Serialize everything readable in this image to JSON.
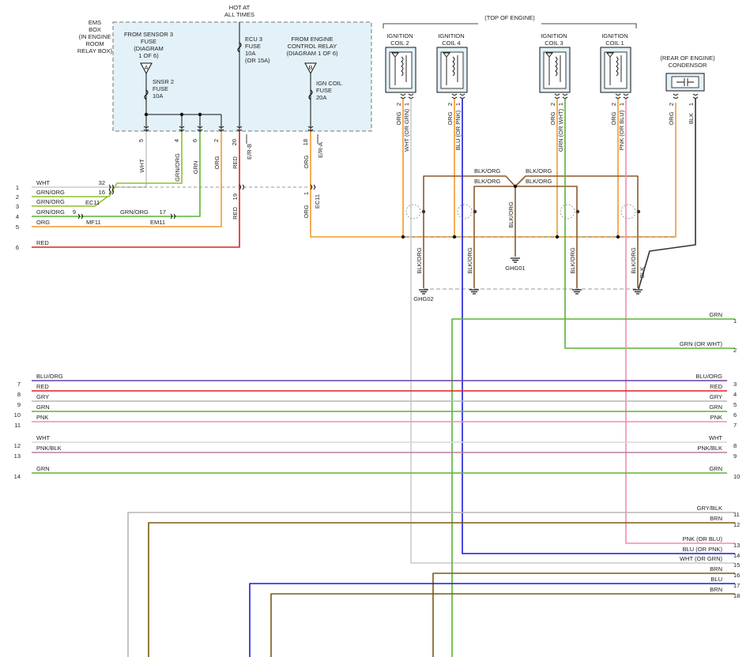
{
  "colors": {
    "ORG": "#f39a2b",
    "RED": "#e02020",
    "GRN": "#5cb335",
    "GRNORG": "#8fbf2e",
    "WHT": "#cccccc",
    "BLU": "#1a1adb",
    "PNK": "#f48cb0",
    "BLKORG": "#8a5a2b",
    "BRN": "#7a5c10",
    "GRY": "#b5b5b5",
    "BLK": "#333333",
    "PURPLE": "#6b3fa0",
    "box": "#e3f1f8",
    "dash": "#777777"
  },
  "ems_box": {
    "label": [
      "EMS",
      "BOX",
      "(IN ENGINE",
      "ROOM",
      "RELAY BOX)"
    ],
    "hot_label": [
      "HOT AT",
      "ALL TIMES"
    ],
    "sensor_src": [
      "FROM SENSOR 3",
      "FUSE",
      "(DIAGRAM",
      "1 OF 6)"
    ],
    "sensor_ref": "A",
    "sensor_fuse": [
      "SNSR 2",
      "FUSE",
      "10A"
    ],
    "ecu_fuse": [
      "ECU 3",
      "FUSE",
      "10A",
      "(OR 15A)"
    ],
    "engine_src": [
      "FROM ENGINE",
      "CONTROL RELAY",
      "(DIAGRAM 1 OF 6)"
    ],
    "engine_ref": "B",
    "ign_fuse": [
      "IGN COIL",
      "FUSE",
      "20A"
    ],
    "pins": [
      "5",
      "4",
      "6",
      "2",
      "20",
      "18"
    ]
  },
  "top_of_engine": "(TOP OF ENGINE)",
  "coils": [
    {
      "name": [
        "IGNITION",
        "COIL 2"
      ],
      "wire1": "ORG",
      "wire2": "WHT (OR GRN)"
    },
    {
      "name": [
        "IGNITION",
        "COIL 4"
      ],
      "wire1": "ORG",
      "wire2": "BLU (OR PNK)"
    },
    {
      "name": [
        "IGNITION",
        "COIL 3"
      ],
      "wire1": "ORG",
      "wire2": "GRN (OR WHT)"
    },
    {
      "name": [
        "IGNITION",
        "COIL 1"
      ],
      "wire1": "ORG",
      "wire2": "PNK (OR BLU)"
    }
  ],
  "condenser": {
    "name": [
      "(REAR OF ENGINE)",
      "CONDENSOR"
    ],
    "wire1": "ORG",
    "wire2": "BLK"
  },
  "pin_numbers": {
    "one": "1",
    "two": "2"
  },
  "vertical_labels": {
    "wht": "WHT",
    "grn_org": "GRN/ORG",
    "grn": "GRN",
    "org": "ORG",
    "red": "RED",
    "erb": "E/R-B",
    "era": "E/R-A",
    "ec11": "EC11",
    "blk_org": "BLK/ORG",
    "blk": "BLK"
  },
  "connector_pins": {
    "p32": "32",
    "p16": "16",
    "p9": "9",
    "p17": "17",
    "p19": "19",
    "p1": "1"
  },
  "connector_names": {
    "ec11": "EC11",
    "mf11": "MF11",
    "em11": "EM11"
  },
  "grounds": {
    "g01": "GHG01",
    "g02": "GHG02"
  },
  "splice_labels": [
    "BLK/ORG",
    "BLK/ORG",
    "BLK/ORG",
    "BLK/ORG"
  ],
  "left_wires": [
    {
      "num": "1",
      "label": "WHT"
    },
    {
      "num": "2",
      "label": "GRN/ORG"
    },
    {
      "num": "3",
      "label": "GRN/ORG"
    },
    {
      "num": "4",
      "label": "GRN/ORG"
    },
    {
      "num": "5",
      "label": "ORG"
    },
    {
      "num": "6",
      "label": "RED"
    }
  ],
  "mid_labels": {
    "grn_org": "GRN/ORG"
  },
  "bus_rows": [
    {
      "left_num": "7",
      "right_num": "3",
      "label": "BLU/ORG"
    },
    {
      "left_num": "8",
      "right_num": "4",
      "label": "RED"
    },
    {
      "left_num": "9",
      "right_num": "5",
      "label": "GRY"
    },
    {
      "left_num": "10",
      "right_num": "6",
      "label": "GRN"
    },
    {
      "left_num": "11",
      "right_num": "7",
      "label": "PNK"
    },
    {
      "left_num": "12",
      "right_num": "8",
      "label": "WHT"
    },
    {
      "left_num": "13",
      "right_num": "9",
      "label": "PNK/BLK"
    },
    {
      "left_num": "14",
      "right_num": "10",
      "label": "GRN"
    }
  ],
  "right_wires": [
    {
      "num": "1",
      "label": "GRN"
    },
    {
      "num": "2",
      "label": "GRN (OR WHT)"
    },
    {
      "num": "11",
      "label": "GRY/BLK"
    },
    {
      "num": "12",
      "label": "BRN"
    },
    {
      "num": "13",
      "label": "PNK (OR BLU)"
    },
    {
      "num": "14",
      "label": "BLU (OR PNK)"
    },
    {
      "num": "15",
      "label": "WHT (OR GRN)"
    },
    {
      "num": "16",
      "label": "BRN"
    },
    {
      "num": "17",
      "label": "BLU"
    },
    {
      "num": "18",
      "label": "BRN"
    }
  ]
}
